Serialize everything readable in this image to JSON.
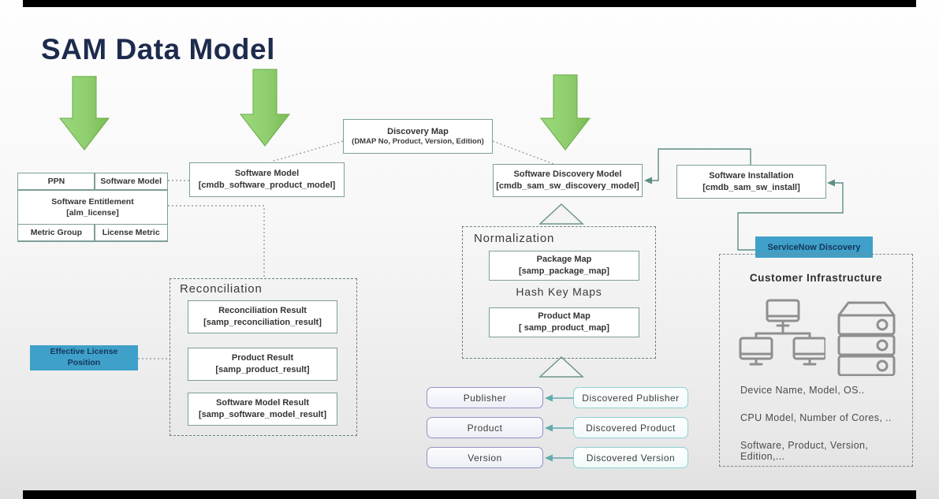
{
  "page": {
    "title": "SAM Data Model"
  },
  "entitlement_group": {
    "ppn": "PPN",
    "software_model": "Software Model",
    "name": "Software Entitlement",
    "table": "[alm_license]",
    "metric_group": "Metric Group",
    "license_metric": "License Metric"
  },
  "software_model": {
    "name": "Software Model",
    "table": "[cmdb_software_product_model]"
  },
  "discovery_map": {
    "name": "Discovery Map",
    "fields": "(DMAP No, Product, Version, Edition)"
  },
  "software_discovery_model": {
    "name": "Software Discovery Model",
    "table": "[cmdb_sam_sw_discovery_model]"
  },
  "software_installation": {
    "name": "Software Installation",
    "table": "[cmdb_sam_sw_install]"
  },
  "normalization": {
    "label": "Normalization",
    "package_map": {
      "name": "Package Map",
      "table": "[samp_package_map]"
    },
    "hash_key_maps": "Hash Key Maps",
    "product_map": {
      "name": "Product Map",
      "table": "[ samp_product_map]"
    }
  },
  "reconciliation": {
    "label": "Reconciliation",
    "results": [
      {
        "name": "Reconciliation Result",
        "table": "[samp_reconciliation_result]"
      },
      {
        "name": "Product Result",
        "table": "[samp_product_result]"
      },
      {
        "name": "Software Model Result",
        "table": "[samp_software_model_result]"
      }
    ]
  },
  "effective_license_position": {
    "label": "Effective License Position"
  },
  "mapping": {
    "rows": [
      {
        "target": "Publisher",
        "source": "Discovered Publisher"
      },
      {
        "target": "Product",
        "source": "Discovered Product"
      },
      {
        "target": "Version",
        "source": "Discovered Version"
      }
    ]
  },
  "discovery": {
    "servicenow_label": "ServiceNow Discovery",
    "infrastructure_title": "Customer Infrastructure",
    "details": [
      "Device Name, Model, OS..",
      "CPU Model, Number of Cores, ..",
      "Software, Product, Version, Edition,..."
    ]
  },
  "colors": {
    "accent_blue": "#3fa0c9",
    "arrow_green": "#8fce6e",
    "title_navy": "#1d2b4d",
    "box_border_teal": "#7d9e98"
  }
}
